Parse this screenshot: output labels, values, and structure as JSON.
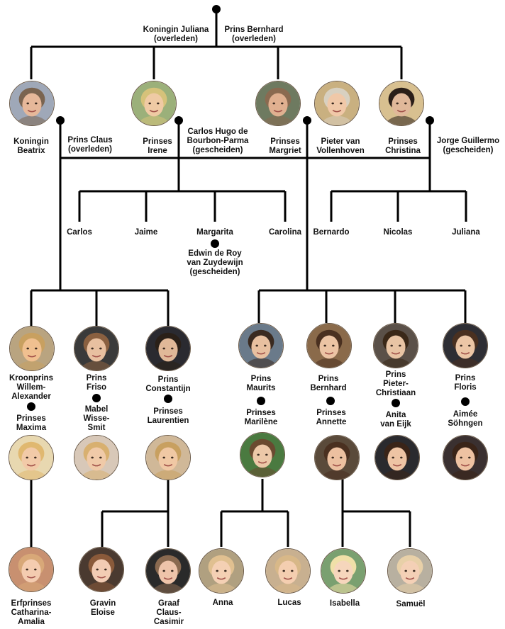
{
  "colors": {
    "line": "#000000",
    "text": "#111111",
    "photo_border": "#6b5a48"
  },
  "grandparents": {
    "left": "Koningin Juliana\n(overleden)",
    "right": "Prins Bernhard\n(overleden)"
  },
  "children": {
    "beatrix": "Koningin\nBeatrix",
    "claus": "Prins Claus\n(overleden)",
    "irene": "Prinses\nIrene",
    "carlos_hugo": "Carlos Hugo de\nBourbon-Parma\n(gescheiden)",
    "margriet": "Prinses\nMargriet",
    "pieter": "Pieter van\nVollenhoven",
    "christina": "Prinses\nChristina",
    "jorge": "Jorge Guillermo\n(gescheiden)"
  },
  "irene_children": [
    "Carlos",
    "Jaime",
    "Margarita",
    "Carolina"
  ],
  "margarita_spouse": "Edwin de Roy\nvan Zuydewijn\n(gescheiden)",
  "christina_children": [
    "Bernardo",
    "Nicolas",
    "Juliana"
  ],
  "beatrix_children": {
    "wa": "Kroonprins\nWillem-\nAlexander",
    "friso": "Prins\nFriso",
    "constantijn": "Prins\nConstantijn"
  },
  "beatrix_spouses": {
    "maxima": "Prinses\nMaxima",
    "mabel": "Mabel\nWisse-\nSmit",
    "laurentien": "Prinses\nLaurentien"
  },
  "margriet_children": {
    "maurits": "Prins\nMaurits",
    "bernhard": "Prins\nBernhard",
    "pieter_christiaan": "Prins\nPieter-\nChristiaan",
    "floris": "Prins\nFloris"
  },
  "margriet_spouses": {
    "marilene": "Prinses\nMarilène",
    "annette": "Prinses\nAnnette",
    "anita": "Anita\nvan Eijk",
    "aimee": "Aimée\nSöhngen"
  },
  "grandchildren": {
    "amalia": "Erfprinses\nCatharina-\nAmalia",
    "eloise": "Gravin\nEloise",
    "claus_casimir": "Graaf\nClaus-\nCasimir",
    "anna": "Anna",
    "lucas": "Lucas",
    "isabella": "Isabella",
    "samuel": "Samuël"
  },
  "photos": [
    "beatrix-photo",
    "irene-photo",
    "margriet-photo",
    "pieter-photo",
    "christina-photo",
    "willem-alexander-photo",
    "friso-photo",
    "constantijn-photo",
    "maurits-photo",
    "bernhard-photo",
    "pieter-christiaan-photo",
    "floris-photo",
    "maxima-photo",
    "mabel-photo",
    "laurentien-photo",
    "marilene-photo",
    "annette-photo",
    "anita-photo",
    "aimee-photo",
    "amalia-photo",
    "eloise-photo",
    "claus-casimir-photo",
    "anna-photo",
    "lucas-photo",
    "isabella-photo",
    "samuel-photo"
  ]
}
